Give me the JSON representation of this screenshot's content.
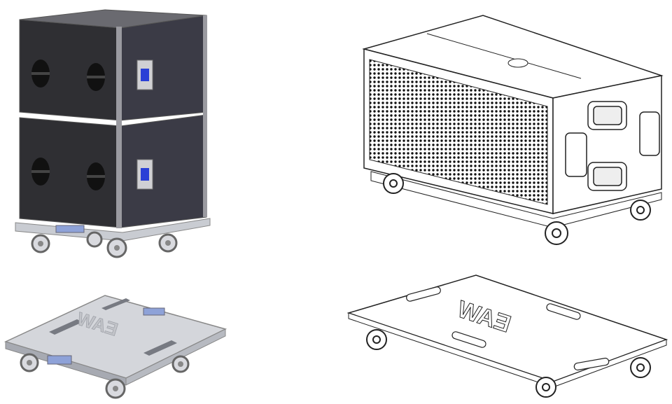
{
  "figures": [
    {
      "id": "stacked-subwoofers-on-dolly",
      "view": "render"
    },
    {
      "id": "subwoofer-on-dolly",
      "view": "line-drawing"
    },
    {
      "id": "dolly-render",
      "view": "render"
    },
    {
      "id": "dolly-line-drawing",
      "view": "line-drawing"
    }
  ],
  "logo": {
    "text": "EAW"
  },
  "colors": {
    "cabinet_dark": "#2f2f33",
    "cabinet_side": "#3b3b46",
    "accent_blue": "#2a3fd6",
    "metal": "#c9ccd2",
    "line": "#222222"
  }
}
